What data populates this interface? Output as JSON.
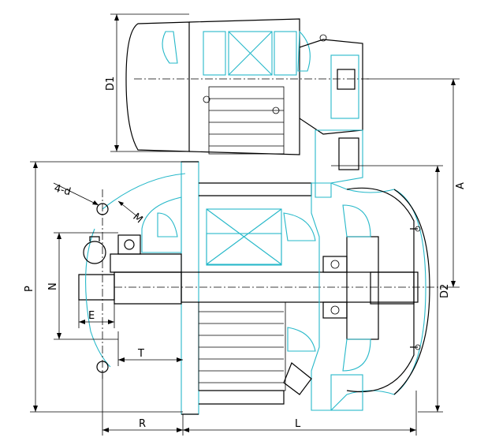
{
  "dimensions": {
    "D1": "D1",
    "P": "P",
    "N": "N",
    "E": "E",
    "T": "T",
    "R": "R",
    "L": "L",
    "A": "A",
    "D2": "D2",
    "bolt_holes": "4-d",
    "M": "M"
  },
  "colors": {
    "outline": "#000000",
    "section": "#26b8c9",
    "background": "#ffffff"
  }
}
